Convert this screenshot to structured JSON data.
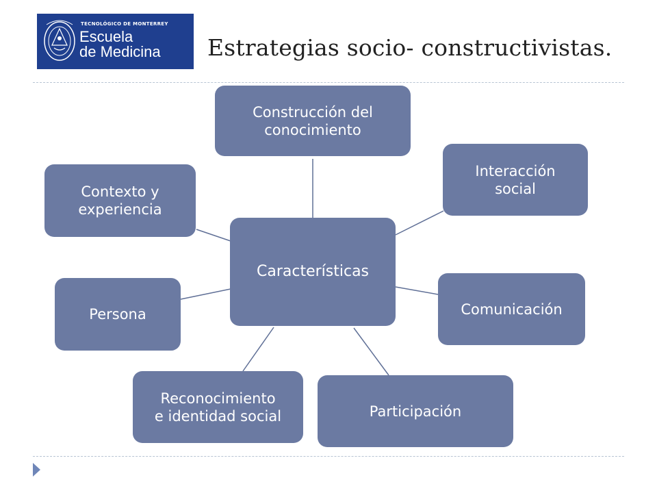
{
  "logo": {
    "line_small": "TECNOLÓGICO DE MONTERREY",
    "line1": "Escuela",
    "line2": "de Medicina"
  },
  "title": "Estrategias socio- constructivistas.",
  "colors": {
    "node_fill": "#6b7aa2",
    "node_text": "#ffffff",
    "logo_bg": "#1f3f8f",
    "connector": "#5f6f96",
    "rule": "#b7c4d3"
  },
  "diagram": {
    "center": "Características",
    "nodes": [
      "Construcción del\nconocimiento",
      "Interacción\nsocial",
      "Comunicación",
      "Participación",
      "Reconocimiento\ne identidad social",
      "Persona",
      "Contexto y\nexperiencia"
    ]
  }
}
